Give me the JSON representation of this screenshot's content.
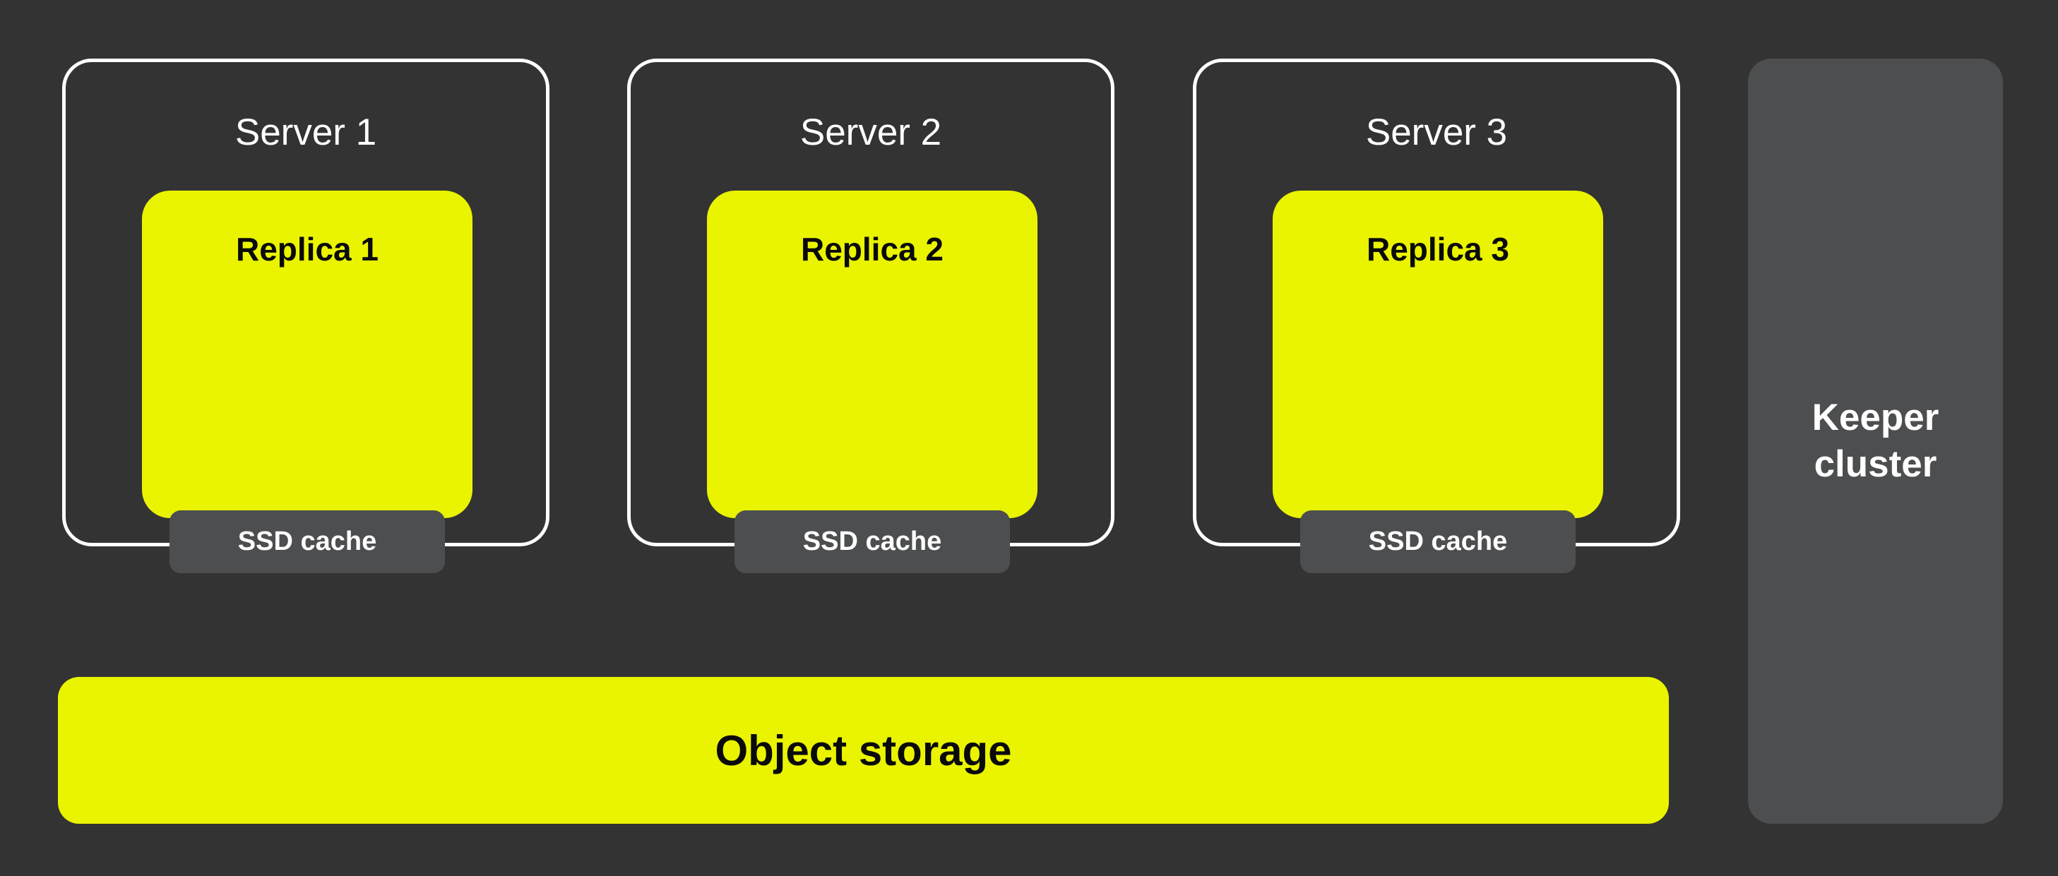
{
  "colors": {
    "background": "#333333",
    "accent_yellow": "#EAF400",
    "panel_gray": "#4D4E50",
    "outline_white": "#FFFFFF",
    "text_dark": "#0A0A0A"
  },
  "servers": [
    {
      "title": "Server 1",
      "replica": "Replica 1",
      "cache": "SSD cache"
    },
    {
      "title": "Server 2",
      "replica": "Replica 2",
      "cache": "SSD cache"
    },
    {
      "title": "Server 3",
      "replica": "Replica 3",
      "cache": "SSD cache"
    }
  ],
  "object_storage": {
    "label": "Object storage"
  },
  "keeper_cluster": {
    "label": "Keeper\ncluster"
  }
}
